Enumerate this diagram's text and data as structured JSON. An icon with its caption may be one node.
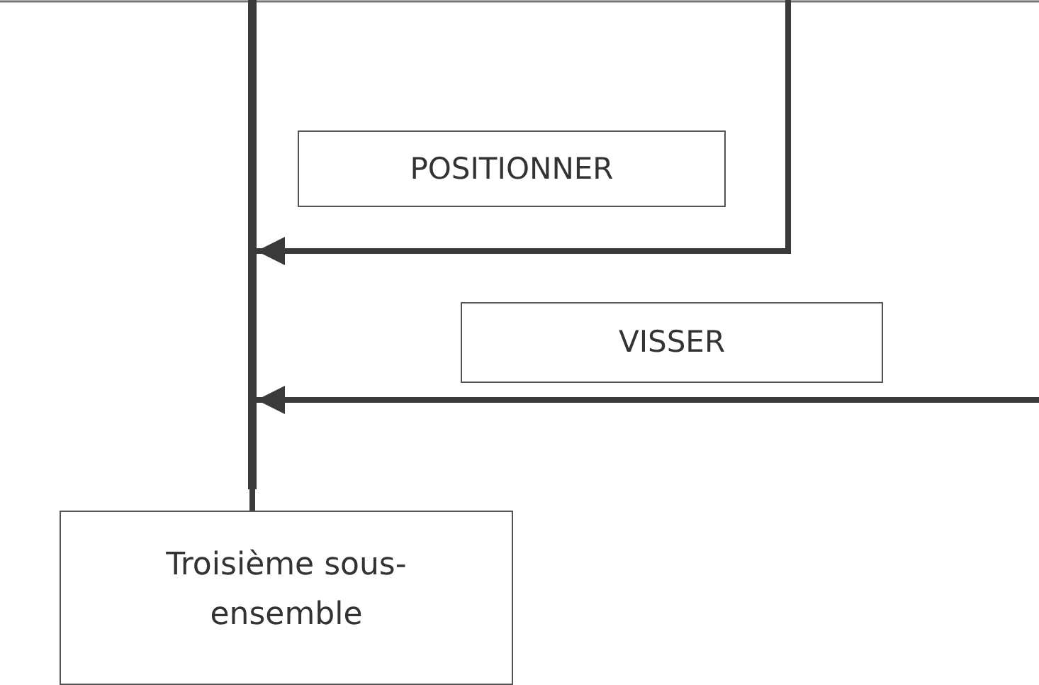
{
  "diagram": {
    "nodes": [
      {
        "text": [
          "POSITIONNER"
        ]
      },
      {
        "text": [
          "VISSER"
        ]
      },
      {
        "text": [],
        "shape": "bar"
      },
      {
        "text": [
          "Troisième sous-ensemble"
        ]
      }
    ],
    "edges": [
      {
        "from": null,
        "to": 2,
        "arrow": "to"
      },
      {
        "from": null,
        "to": 2,
        "arrow": "to"
      },
      {
        "from": 2,
        "to": 3,
        "arrow": "none"
      }
    ]
  }
}
